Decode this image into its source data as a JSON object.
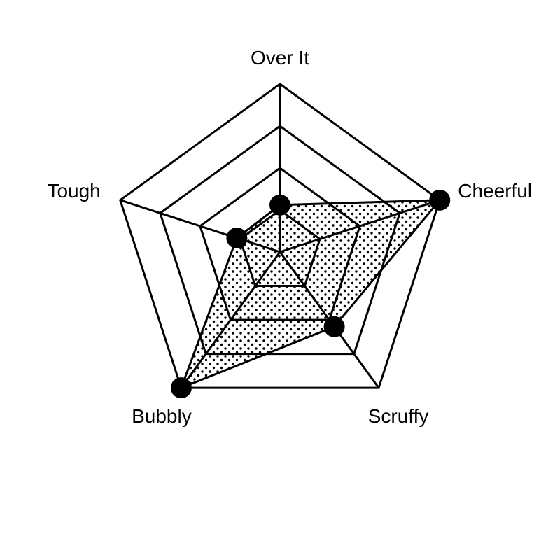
{
  "chart_data": {
    "type": "radar",
    "axes": [
      "Over It",
      "Cheerful",
      "Scruffy",
      "Bubbly",
      "Tough"
    ],
    "rmax": 1,
    "grid_levels": [
      0.25,
      0.5,
      0.75,
      1.0
    ],
    "grid": true,
    "series": [
      {
        "values": [
          0.28,
          1.0,
          0.55,
          1.0,
          0.27
        ],
        "fill_pattern": "dots",
        "color": "#000000"
      }
    ]
  }
}
